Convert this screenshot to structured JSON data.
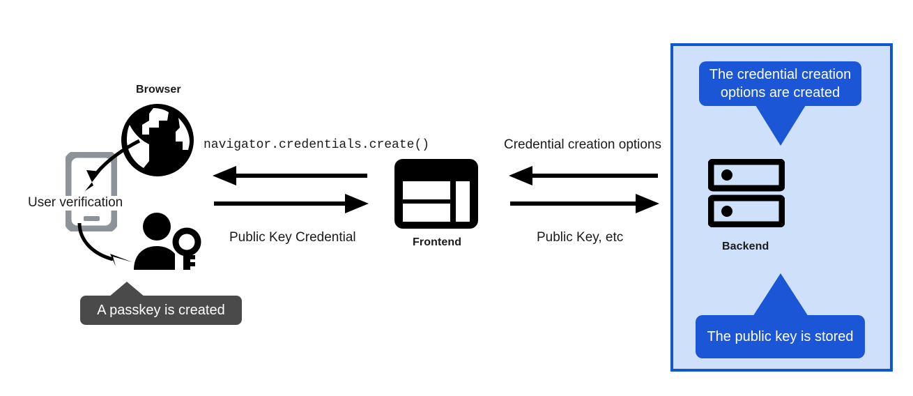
{
  "diagram": {
    "title": "WebAuthn passkey registration flow",
    "colors": {
      "panel_fill": "#cfe0fb",
      "panel_border": "#1155d0",
      "callout_blue": "#1a56d6",
      "callout_dark": "#4a4a4a",
      "icon_black": "#000000",
      "phone_gray": "#8d9399",
      "text": "#1a1a1a",
      "background": "#ffffff"
    }
  },
  "nodes": {
    "browser": {
      "label": "Browser",
      "icon": "globe-icon"
    },
    "frontend": {
      "label": "Frontend",
      "icon": "browser-window-icon"
    },
    "backend": {
      "label": "Backend",
      "icon": "server-rack-icon"
    },
    "phone": {
      "icon": "mobile-phone-icon"
    },
    "user": {
      "icon": "person-with-key-icon"
    }
  },
  "annotations": {
    "user_verification": "User verification",
    "passkey_created": "A passkey is created",
    "credential_options_created": "The credential creation options are created",
    "public_key_stored": "The public key is stored"
  },
  "edges": {
    "browser_frontend": {
      "top_label": "navigator.credentials.create()",
      "top_direction": "left",
      "bottom_label": "Public Key Credential",
      "bottom_direction": "right"
    },
    "frontend_backend": {
      "top_label": "Credential creation options",
      "top_direction": "left",
      "bottom_label": "Public Key, etc",
      "bottom_direction": "right"
    }
  }
}
